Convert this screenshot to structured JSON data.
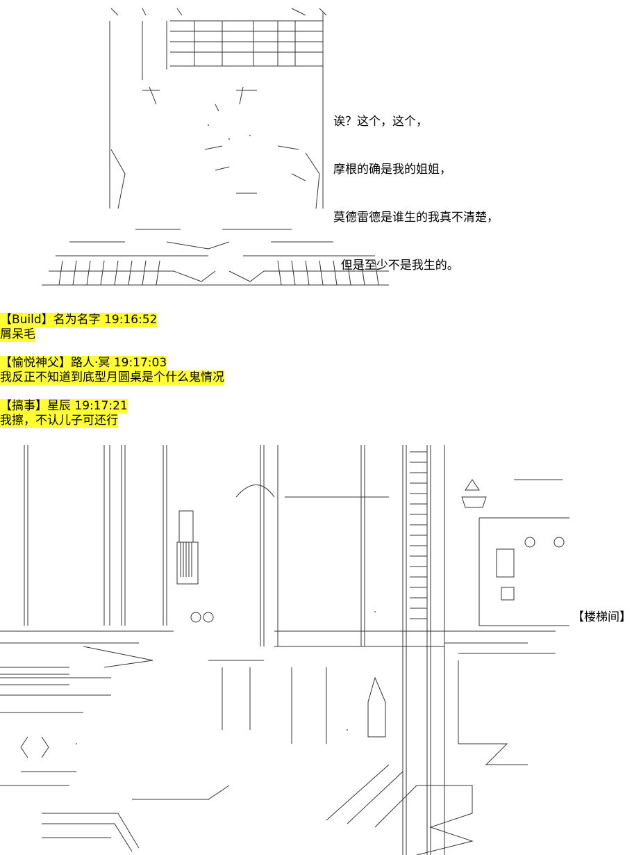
{
  "speech": [
    "诶？这个，这个，",
    "摩根的确是我的姐姐，",
    "莫德雷德是谁生的我真不清楚，",
    "  但是至少不是我生的。"
  ],
  "chats": [
    {
      "tag": "【Build】",
      "name": "名为名字",
      "time": "19:16:52",
      "message": "屑呆毛"
    },
    {
      "tag": "【愉悦神父】",
      "name": "路人·冥",
      "time": "19:17:03",
      "message": "我反正不知道到底型月圆桌是个什么鬼情况"
    },
    {
      "tag": "【搞事】",
      "name": "星辰",
      "time": "19:17:21",
      "message": "我擦，不认儿子可还行"
    }
  ],
  "location_label": "【楼梯间】"
}
